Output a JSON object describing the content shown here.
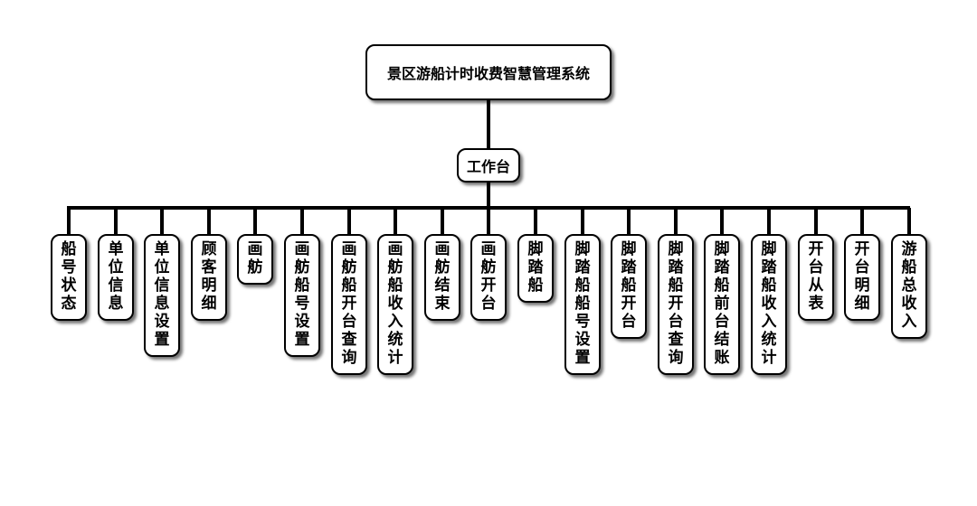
{
  "root": {
    "label": "景区游船计时收费智慧管理系统"
  },
  "mid": {
    "label": "工作台"
  },
  "leaves": [
    "船号状态",
    "单位信息",
    "单位信息设置",
    "顾客明细",
    "画舫",
    "画舫船号设置",
    "画舫船开台查询",
    "画舫船收入统计",
    "画舫结束",
    "画舫开台",
    "脚踏船",
    "脚踏船船号设置",
    "脚踏船开台",
    "脚踏船开台查询",
    "脚踏船前台结账",
    "脚踏船收入统计",
    "开台从表",
    "开台明细",
    "游船总收入"
  ]
}
